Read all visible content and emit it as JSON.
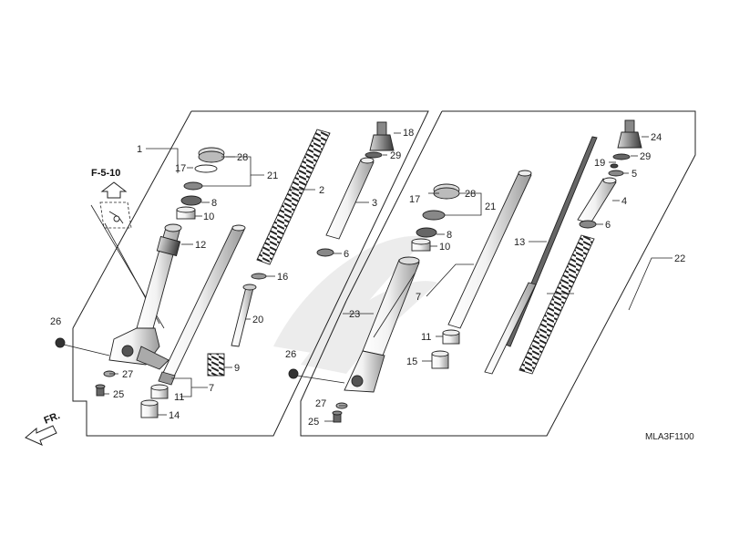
{
  "diagram": {
    "code": "MLA3F1100",
    "reference": "F-5-10",
    "direction": "FR.",
    "callouts": [
      "1",
      "2",
      "3",
      "4",
      "5",
      "6",
      "7",
      "8",
      "9",
      "10",
      "11",
      "12",
      "13",
      "14",
      "15",
      "16",
      "17",
      "18",
      "19",
      "20",
      "21",
      "22",
      "23",
      "24",
      "25",
      "26",
      "27",
      "28",
      "29"
    ]
  },
  "colors": {
    "ink": "#222222",
    "paper": "#ffffff",
    "shade": "#bfbfbf"
  }
}
